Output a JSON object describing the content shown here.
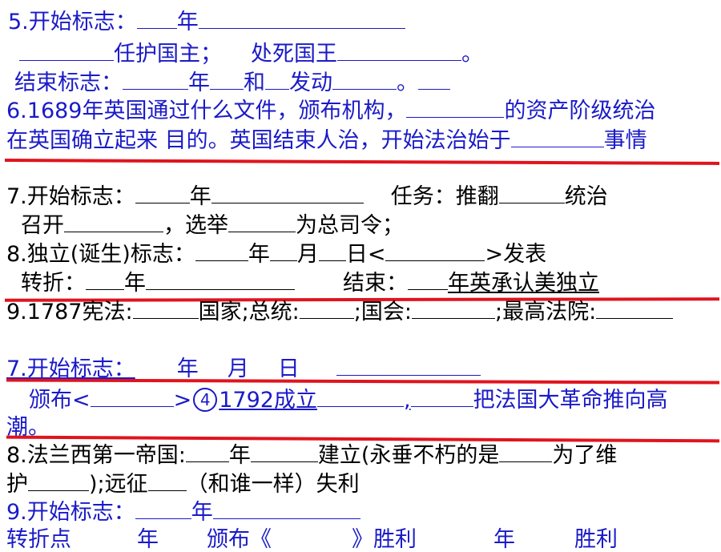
{
  "colors": {
    "blue": "#1a1ac8",
    "black": "#000000",
    "red": "#e0141e"
  },
  "l1": {
    "a": "5.开始标志：",
    "b": "年"
  },
  "l2": {
    "a": "任护国主；",
    "b": "处死国王",
    "c": "。"
  },
  "l3": {
    "a": "结束标志：",
    "b": "年",
    "c": "和",
    "d": "发动",
    "e": "。"
  },
  "l4": {
    "a": "6.1689年英国通过什么文件，颁布机构，",
    "b": "的资产阶级统治"
  },
  "l5": {
    "a": "在英国确立起来 目的。英国结束人治，开始法治始于",
    "b": "事情"
  },
  "l6": {
    "a": "7.开始标志：",
    "b": "年",
    "c": "任务：推翻",
    "d": "统治"
  },
  "l7": {
    "a": "召开",
    "b": "，选举",
    "c": "为总司令；"
  },
  "l8": {
    "a": "8.独立(诞生)标志：",
    "b": "年",
    "c": "月",
    "d": "日<",
    "e": ">发表"
  },
  "l9": {
    "a": "转折：",
    "b": "年",
    "c": "结束：",
    "d": "年英承认美独立"
  },
  "l10": {
    "a": "9.1787宪法:",
    "b": "国家;总统:",
    "c": ";国会:",
    "d": ";最高法院:"
  },
  "l11": {
    "a": "7.开始标志：",
    "b": "年",
    "c": "月",
    "d": "日"
  },
  "l12": {
    "a": "颁布<",
    "b": ">",
    "circle": "4",
    "c": "1792成立",
    "d": ",",
    "e": "把法国大革命推向高"
  },
  "l13": {
    "a": "潮。"
  },
  "l14": {
    "a": "8.法兰西第一帝国:",
    "b": "年",
    "c": "建立(永垂不朽的是",
    "d": "为了维"
  },
  "l15": {
    "a": "护",
    "b": ");远征",
    "c": "（和谁一样）失利"
  },
  "l16": {
    "a": "9.开始标志：",
    "b": "年"
  },
  "l17": {
    "a": "转折点",
    "b": "年",
    "c": "颁布《",
    "d": "》胜利",
    "e": "年",
    "f": "胜利"
  }
}
